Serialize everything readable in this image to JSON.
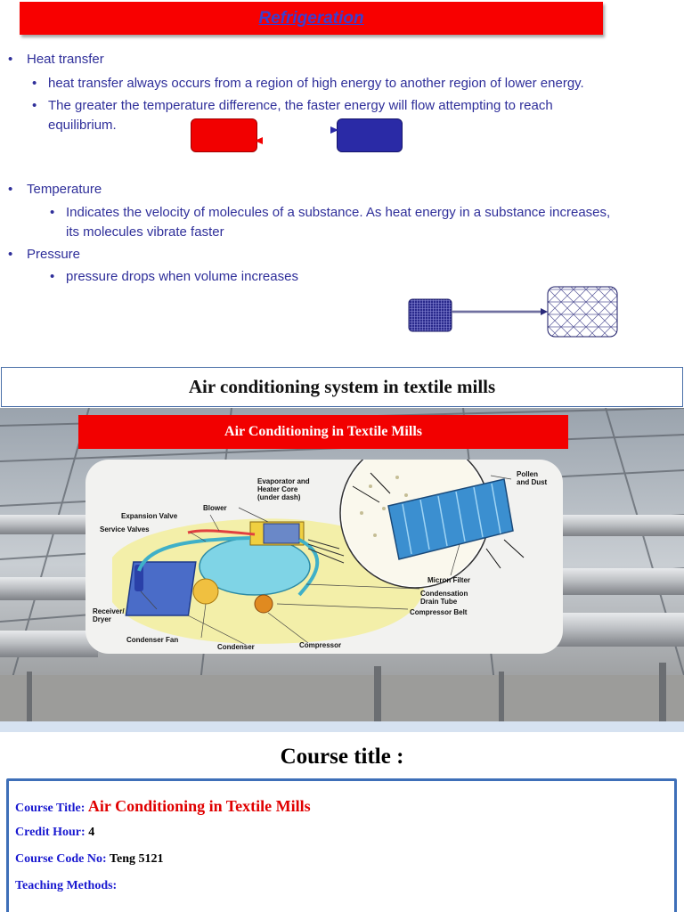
{
  "slide1": {
    "title": "Refrigeration",
    "bullets": {
      "heat_transfer": "Heat transfer",
      "heat_sub1": "heat transfer always occurs from a region of high energy to another region of lower energy.",
      "heat_sub2_line1": "The greater the temperature difference, the faster energy will flow attempting to reach",
      "heat_sub2_line2": "equilibrium.",
      "temperature": "Temperature",
      "temp_sub_line1": "Indicates the velocity of molecules of a substance.  As heat energy in a substance increases,",
      "temp_sub_line2": "its molecules vibrate faster",
      "pressure": "Pressure",
      "pressure_sub": "pressure drops when volume increases"
    },
    "colors": {
      "hot": "#f20000",
      "cold": "#2a2aa6",
      "text": "#2f2f9a"
    }
  },
  "slide2": {
    "header": "Air conditioning system in textile mills",
    "subtitle": "Air Conditioning in Textile Mills",
    "diagram_labels": {
      "evaporator": "Evaporator and Heater Core (under dash)",
      "evaporator_l1": "Evaporator and",
      "evaporator_l2": "Heater Core",
      "evaporator_l3": "(under dash)",
      "blower": "Blower",
      "expansion_valve": "Expansion Valve",
      "service_valves": "Service Valves",
      "pollen_l1": "Pollen",
      "pollen_l2": "and Dust",
      "micron_filter": "Micron Filter",
      "condensation_l1": "Condensation",
      "condensation_l2": "Drain Tube",
      "compressor_belt": "Compressor Belt",
      "receiver_l1": "Receiver/",
      "receiver_l2": "Dryer",
      "condenser_fan": "Condenser Fan",
      "condenser": "Condenser",
      "compressor": "Compressor"
    }
  },
  "slide3": {
    "title": "Course title :",
    "rows": [
      {
        "key": "Course Title: ",
        "value": "Air Conditioning in Textile Mills"
      },
      {
        "key": "Credit Hour: ",
        "value": "4"
      },
      {
        "key": "Course Code No",
        "value": "Teng 5121"
      },
      {
        "key": "Teaching Methods:",
        "value": ""
      }
    ]
  }
}
